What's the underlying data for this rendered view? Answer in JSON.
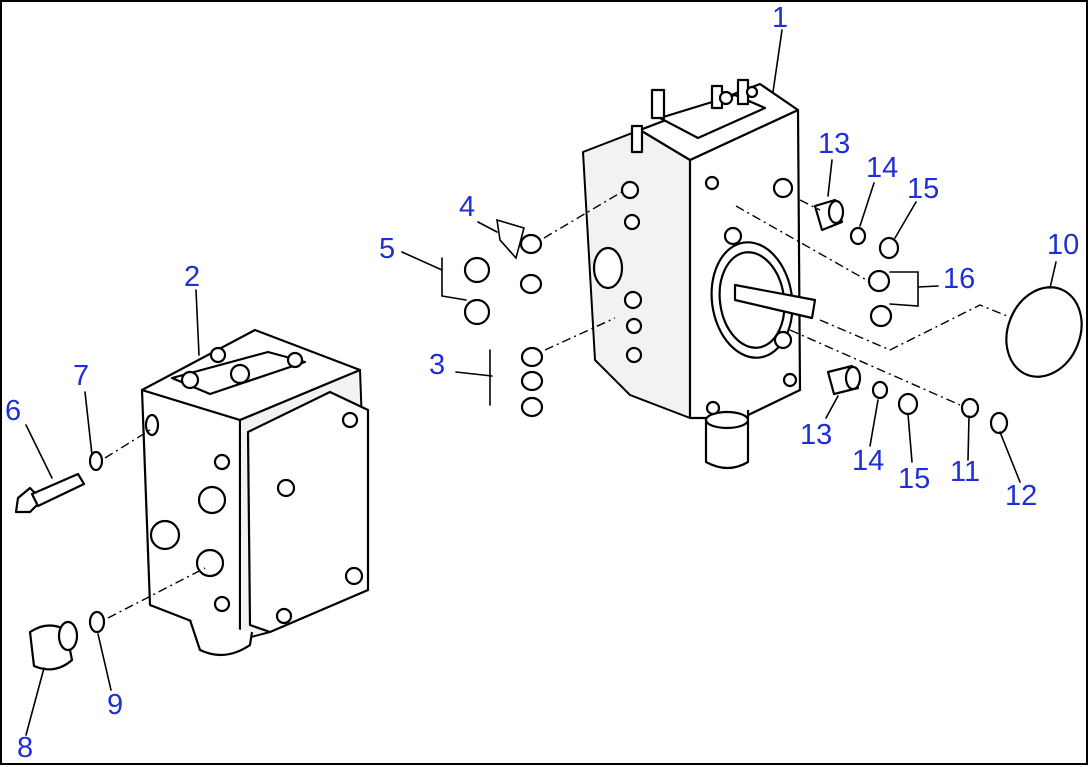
{
  "diagram": {
    "callouts": [
      {
        "id": "c1",
        "text": "1"
      },
      {
        "id": "c2",
        "text": "2"
      },
      {
        "id": "c3",
        "text": "3"
      },
      {
        "id": "c4",
        "text": "4"
      },
      {
        "id": "c5",
        "text": "5"
      },
      {
        "id": "c6",
        "text": "6"
      },
      {
        "id": "c7",
        "text": "7"
      },
      {
        "id": "c8",
        "text": "8"
      },
      {
        "id": "c9",
        "text": "9"
      },
      {
        "id": "c10",
        "text": "10"
      },
      {
        "id": "c11",
        "text": "11"
      },
      {
        "id": "c12",
        "text": "12"
      },
      {
        "id": "c13a",
        "text": "13"
      },
      {
        "id": "c13b",
        "text": "13"
      },
      {
        "id": "c14a",
        "text": "14"
      },
      {
        "id": "c14b",
        "text": "14"
      },
      {
        "id": "c15a",
        "text": "15"
      },
      {
        "id": "c15b",
        "text": "15"
      },
      {
        "id": "c16",
        "text": "16"
      }
    ],
    "colors": {
      "callout": "#1f2fd6",
      "line": "#000000",
      "background": "#ffffff"
    }
  }
}
